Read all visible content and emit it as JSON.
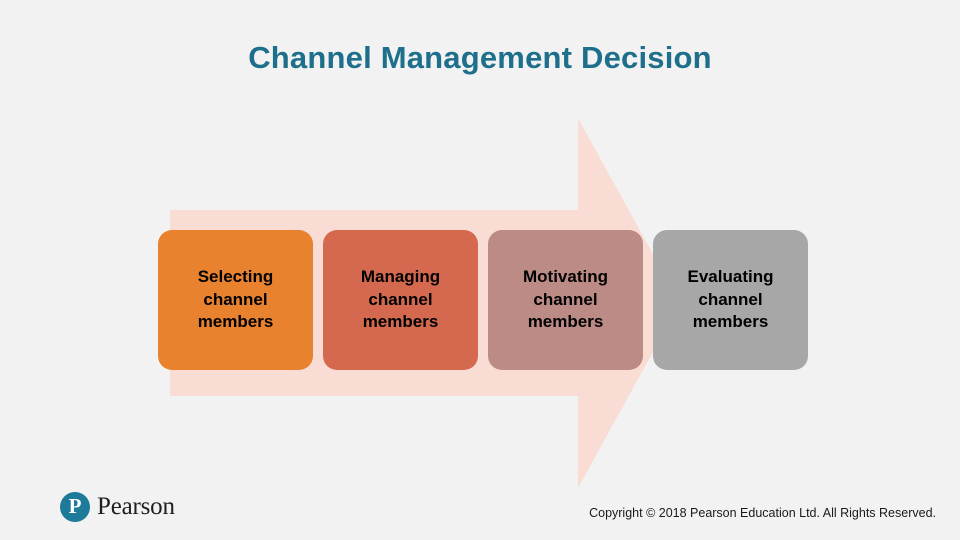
{
  "slide": {
    "title": "Channel Management Decision",
    "background_color": "#f2f2f2",
    "title_color": "#1d6f8c"
  },
  "arrow": {
    "name": "process-arrow",
    "color": "#f9ddd4"
  },
  "steps": [
    {
      "label": "Selecting\nchannel\nmembers",
      "color": "#e8822f",
      "name": "step-selecting"
    },
    {
      "label": "Managing\nchannel\nmembers",
      "color": "#d4694f",
      "name": "step-managing"
    },
    {
      "label": "Motivating\nchannel\nmembers",
      "color": "#bc8b85",
      "name": "step-motivating"
    },
    {
      "label": "Evaluating\nchannel\nmembers",
      "color": "#a7a7a7",
      "name": "step-evaluating"
    }
  ],
  "logo": {
    "mark": "P",
    "word": "Pearson"
  },
  "footer": {
    "copyright": "Copyright © 2018 Pearson Education Ltd. All Rights Reserved."
  }
}
